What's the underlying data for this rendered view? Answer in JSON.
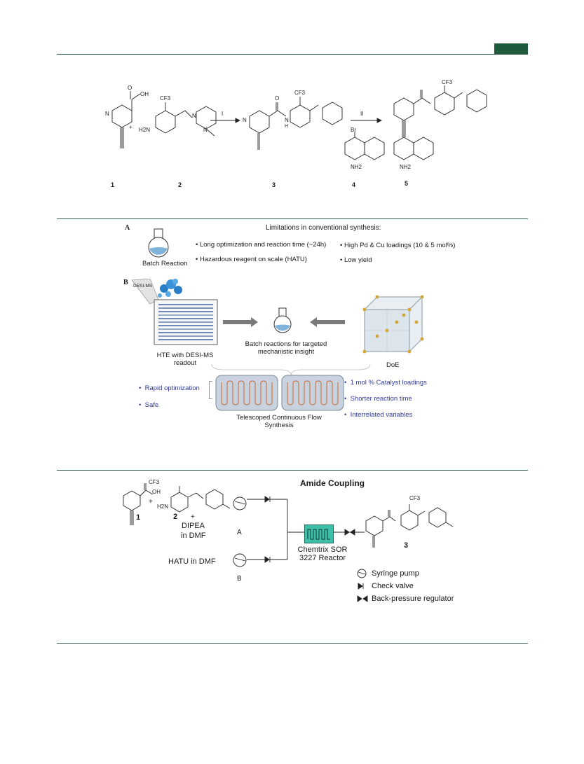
{
  "colors": {
    "rule": "#2e5e49",
    "header_block": "#1e5a3b",
    "reactor": "#3fbfa8",
    "link_blue": "#2f3a9e"
  },
  "scheme1": {
    "compound_labels": [
      "1",
      "2",
      "3",
      "4",
      "5"
    ],
    "step_labels": [
      "I",
      "II"
    ],
    "atoms": {
      "oh": "OH",
      "o": "O",
      "cf3": "CF3",
      "nh2": "H2N",
      "n": "N",
      "h": "H",
      "br": "Br",
      "nh2b": "NH2",
      "plus": "+"
    }
  },
  "panelA": {
    "letter": "A",
    "heading": "Limitations in conventional synthesis:",
    "flask_label": "Batch Reaction",
    "bullets_left": [
      "Long optimization and reaction time (~24h)",
      "Hazardous reagent  on scale (HATU)"
    ],
    "bullets_right": [
      "High Pd & Cu loadings (10 & 5 mol%)",
      "Low yield"
    ]
  },
  "panelB": {
    "letter": "B",
    "desi_tag": "DESI-MS",
    "hte_label": "HTE with DESI-MS readout",
    "batch_label": "Batch reactions for targeted mechanistic insight",
    "doe_label": "DoE",
    "flow_label": "Telescoped Continuous Flow Synthesis",
    "bullets_left": [
      "Rapid optimization",
      "Safe"
    ],
    "bullets_right": [
      "1 mol % Catalyst loadings",
      "Shorter reaction time",
      "Interrelated variables"
    ]
  },
  "flow": {
    "title": "Amide Coupling",
    "label_1": "1",
    "label_2": "2",
    "plus": "+",
    "dipea": "DIPEA",
    "in_dmf": "in DMF",
    "pump_a": "A",
    "pump_b": "B",
    "hatu": "HATU in DMF",
    "reactor_line1": "Chemtrix SOR",
    "reactor_line2": "3227 Reactor",
    "product_label": "3",
    "legend": [
      "Syringe pump",
      "Check valve",
      "Back-pressure regulator"
    ]
  }
}
